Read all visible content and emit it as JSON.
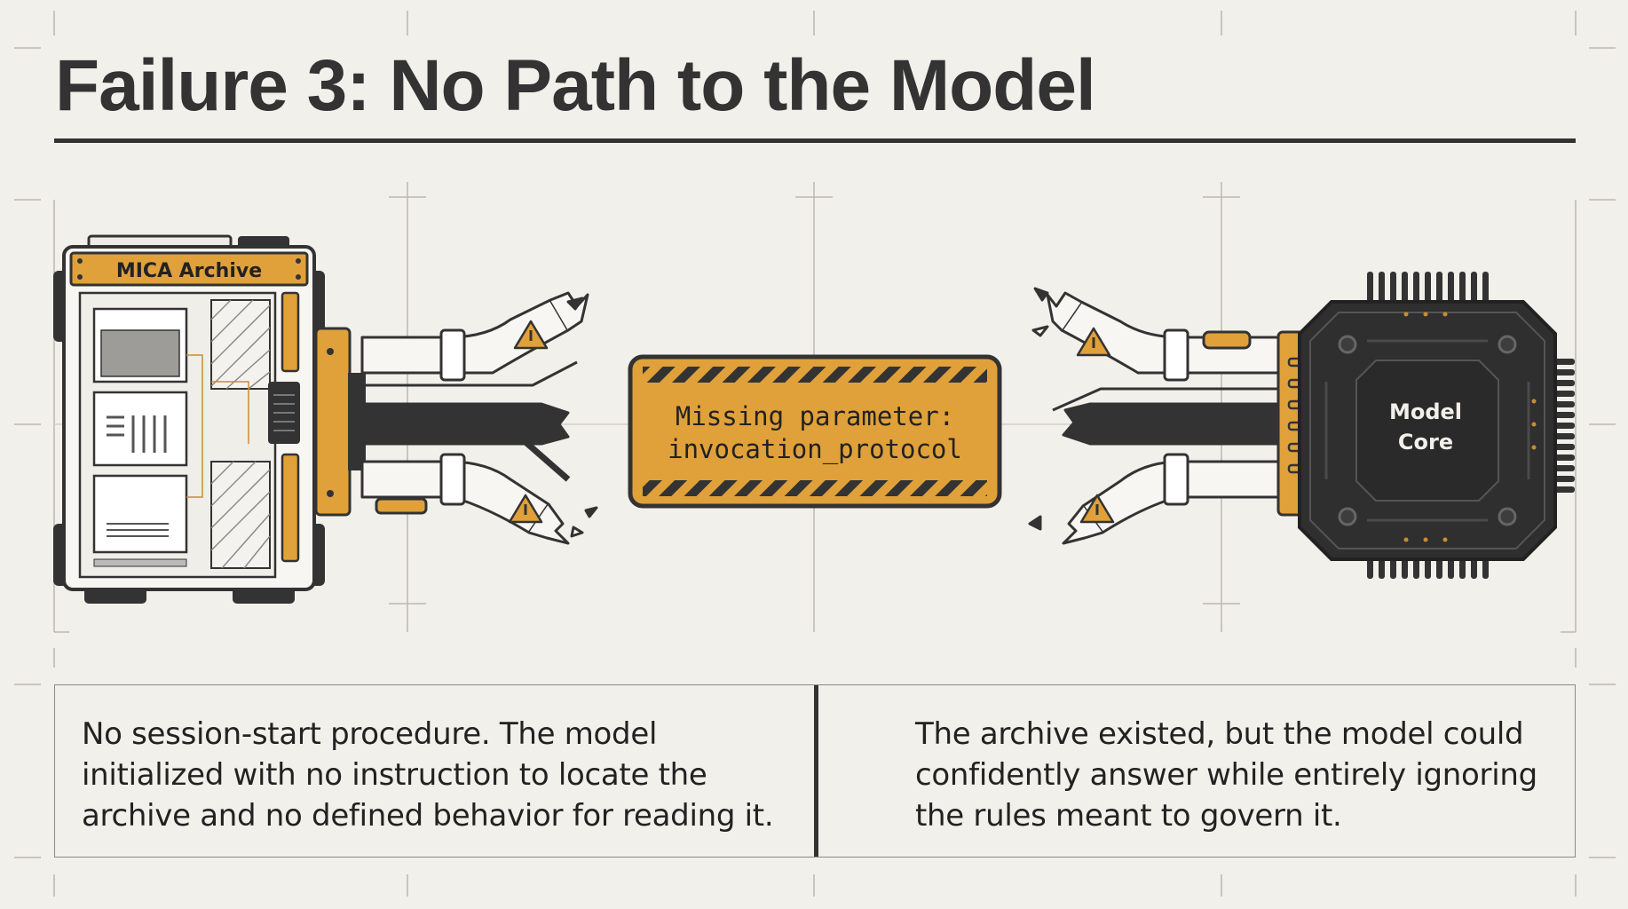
{
  "title": "Failure 3: No Path to the Model",
  "archive": {
    "label": "MICA Archive"
  },
  "warning": {
    "line1": "Missing parameter:",
    "line2": "invocation_protocol"
  },
  "model": {
    "line1": "Model",
    "line2": "Core"
  },
  "captions": {
    "left": "No session-start procedure. The model initialized with no instruction to locate the archive and no defined behavior for reading it.",
    "right": "The archive existed, but the model could confidently answer while entirely ignoring the rules meant to govern it."
  },
  "colors": {
    "background": "#f2f0eb",
    "accent": "#e0a13a",
    "ink": "#333333",
    "chip": "#2f2f2f"
  },
  "icons": [
    "warning-triangle-icon",
    "chip-icon",
    "server-cabinet-icon"
  ]
}
